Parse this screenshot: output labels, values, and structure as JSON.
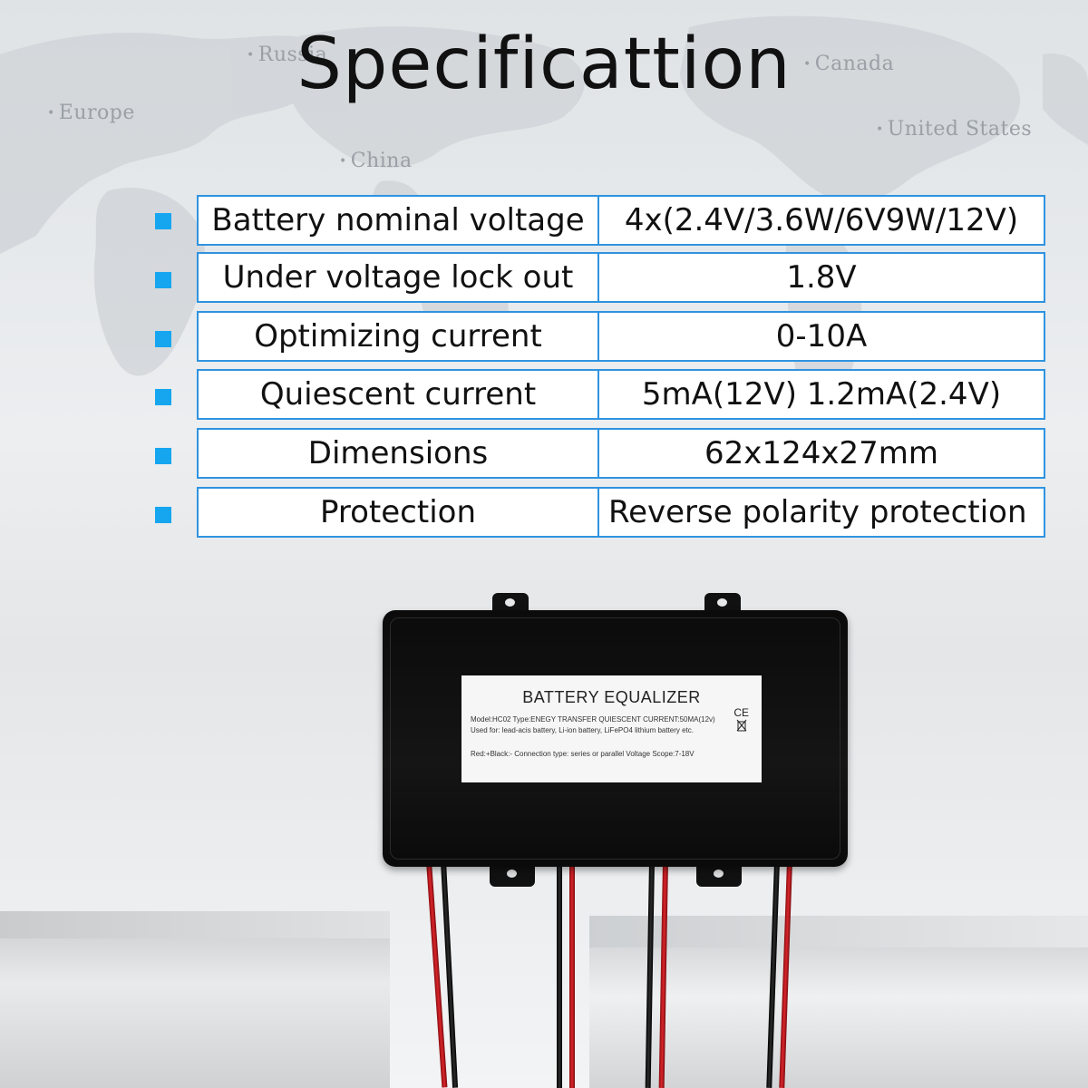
{
  "page": {
    "title": "Specificattion"
  },
  "map_labels": [
    "Russia",
    "Canada",
    "Europe",
    "United  States",
    "China"
  ],
  "specs": [
    {
      "key": "Battery nominal voltage",
      "value": "4x(2.4V/3.6W/6V9W/12V)"
    },
    {
      "key": "Under voltage lock out",
      "value": "1.8V"
    },
    {
      "key": "Optimizing current",
      "value": "0-10A"
    },
    {
      "key": "Quiescent current",
      "value": "5mA(12V) 1.2mA(2.4V)"
    },
    {
      "key": "Dimensions",
      "value": "62x124x27mm"
    },
    {
      "key": "Protection",
      "value": "Reverse polarity protection"
    }
  ],
  "product_label": {
    "title": "BATTERY EQUALIZER",
    "line1": "Model:HC02  Type:ENEGY TRANSFER  QUIESCENT CURRENT:50MA(12v)",
    "line2": "Used for: lead-acis battery, Li-ion battery, LiFePO4 lithium battery etc.",
    "line3": "Red:+Black:- Connection type: series or parallel Voltage Scope:7-18V",
    "ce_mark": "CE"
  },
  "colors": {
    "bullet": "#16a6f0",
    "table_border": "#2f93e0"
  }
}
